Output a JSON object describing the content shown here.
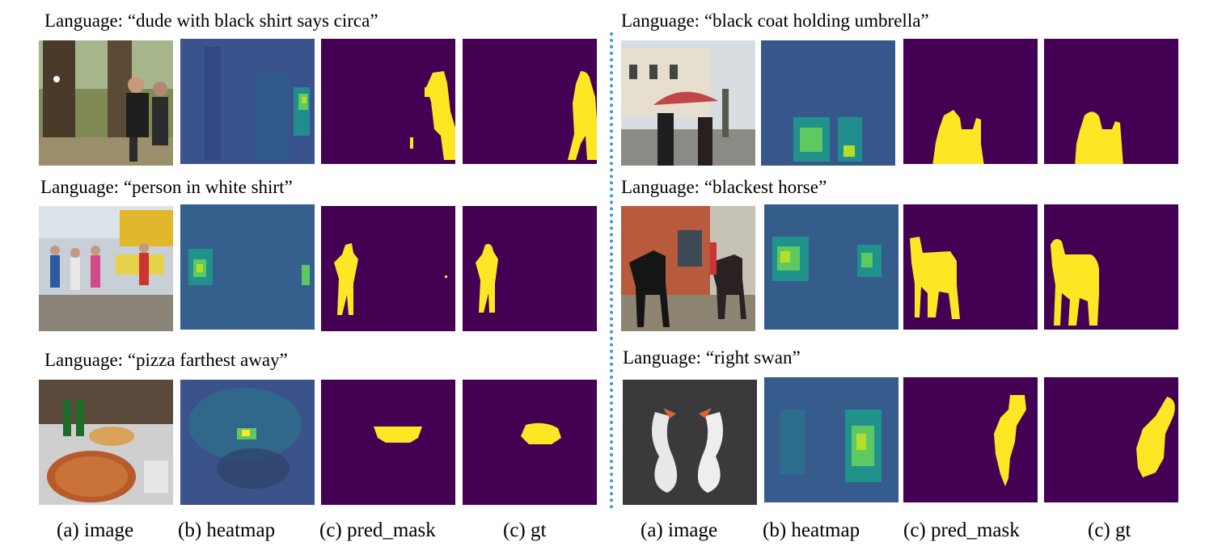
{
  "left": {
    "rows": [
      {
        "language": "Language: “dude with black shirt says circa”",
        "photo_icon": "person-tree-photo"
      },
      {
        "language": "Language: “person in white shirt”",
        "photo_icon": "crowd-bananas-photo"
      },
      {
        "language": "Language: “pizza farthest away”",
        "photo_icon": "pizza-table-photo"
      }
    ],
    "captions": [
      "(a) image",
      "(b) heatmap",
      "(c) pred_mask",
      "(c) gt"
    ]
  },
  "right": {
    "rows": [
      {
        "language": "Language: “black coat holding umbrella”",
        "photo_icon": "umbrella-street-photo"
      },
      {
        "language": "Language: “blackest horse”",
        "photo_icon": "horses-building-photo"
      },
      {
        "language": "Language: “right swan”",
        "photo_icon": "swans-photo"
      }
    ],
    "captions": [
      "(a) image",
      "(b) heatmap",
      "(c) pred_mask",
      "(c) gt"
    ]
  },
  "colors": {
    "mask_bg": "#440154",
    "mask_fg": "#fde725",
    "heat_base": "#3b528b",
    "divider": "#3a9ad9"
  }
}
